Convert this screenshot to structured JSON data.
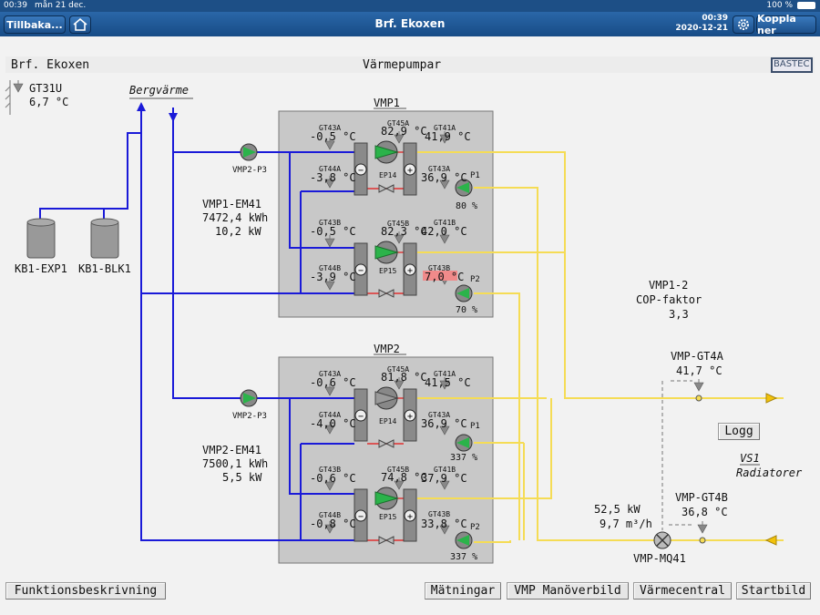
{
  "status": {
    "time": "00:39",
    "date": "mån 21 dec.",
    "battery": "100 %"
  },
  "nav": {
    "back": "Tillbaka...",
    "title": "Brf. Ekoxen",
    "clock": "00:39",
    "date": "2020-12-21",
    "logout": "Koppla ner"
  },
  "header": {
    "site": "Brf. Ekoxen",
    "page": "Värmepumpar",
    "logo": "BASTEC"
  },
  "outdoor": {
    "name": "GT31U",
    "value": "6,7 °C"
  },
  "bergvarme": "Bergvärme",
  "tanks": [
    {
      "label": "KB1-EXP1"
    },
    {
      "label": "KB1-BLK1"
    }
  ],
  "vmp1": {
    "title": "VMP1",
    "pump": "VMP2-P3",
    "meter": {
      "name": "VMP1-EM41",
      "energy": "7472,4 kWh",
      "power": "10,2 kW"
    },
    "top": {
      "gt43": {
        "name": "GT43A",
        "value": "-0,5 °C"
      },
      "gt44": {
        "name": "GT44A",
        "value": "-3,8 °C"
      },
      "gt45": {
        "name": "GT45A",
        "value": "82,9 °C"
      },
      "gt41": {
        "name": "GT41A",
        "value": "41,9 °C"
      },
      "gt43w": {
        "name": "GT43A",
        "value": "36,9 °C"
      },
      "ep": "EP14",
      "p": "P1",
      "pct": "80 %"
    },
    "bot": {
      "gt43": {
        "name": "GT43B",
        "value": "-0,5 °C"
      },
      "gt44": {
        "name": "GT44B",
        "value": "-3,9 °C"
      },
      "gt45": {
        "name": "GT45B",
        "value": "82,3 °C"
      },
      "gt41": {
        "name": "GT41B",
        "value": "42,0 °C"
      },
      "gt43w": {
        "name": "GT43B",
        "value": "7,0 °C"
      },
      "ep": "EP15",
      "p": "P2",
      "pct": "70 %"
    }
  },
  "vmp2": {
    "title": "VMP2",
    "pump": "VMP2-P3",
    "meter": {
      "name": "VMP2-EM41",
      "energy": "7500,1 kWh",
      "power": "5,5 kW"
    },
    "top": {
      "gt43": {
        "name": "GT43A",
        "value": "-0,6 °C"
      },
      "gt44": {
        "name": "GT44A",
        "value": "-4,0 °C"
      },
      "gt45": {
        "name": "GT45A",
        "value": "81,8 °C"
      },
      "gt41": {
        "name": "GT41A",
        "value": "41,5 °C"
      },
      "gt43w": {
        "name": "GT43A",
        "value": "36,9 °C"
      },
      "ep": "EP14",
      "p": "P1",
      "pct": "337 %"
    },
    "bot": {
      "gt43": {
        "name": "GT43B",
        "value": "-0,6 °C"
      },
      "gt44": {
        "name": "GT44B",
        "value": "-0,8 °C"
      },
      "gt45": {
        "name": "GT45B",
        "value": "74,8 °C"
      },
      "gt41": {
        "name": "GT41B",
        "value": "37,9 °C"
      },
      "gt43w": {
        "name": "GT43B",
        "value": "33,8 °C"
      },
      "ep": "EP15",
      "p": "P2",
      "pct": "337 %"
    }
  },
  "cop": {
    "label1": "VMP1-2",
    "label2": "COP-faktor",
    "value": "3,3"
  },
  "gt4a": {
    "name": "VMP-GT4A",
    "value": "41,7 °C"
  },
  "gt4b": {
    "name": "VMP-GT4B",
    "value": "36,8 °C"
  },
  "mq41": {
    "name": "VMP-MQ41",
    "power": "52,5 kW",
    "flow": "9,7 m³/h"
  },
  "logg": "Logg",
  "vs1": {
    "name": "VS1",
    "desc": "Radiatorer"
  },
  "buttons": {
    "func": "Funktionsbeskrivning",
    "matningar": "Mätningar",
    "manover": "VMP Manöverbild",
    "varmecentral": "Värmecentral",
    "startbild": "Startbild"
  },
  "colors": {
    "brine": "#1a1ad8",
    "water": "#f5dc55",
    "pump_green": "#2bb34a",
    "alarm": "#f08a8a",
    "nav": "#1d4f86"
  }
}
